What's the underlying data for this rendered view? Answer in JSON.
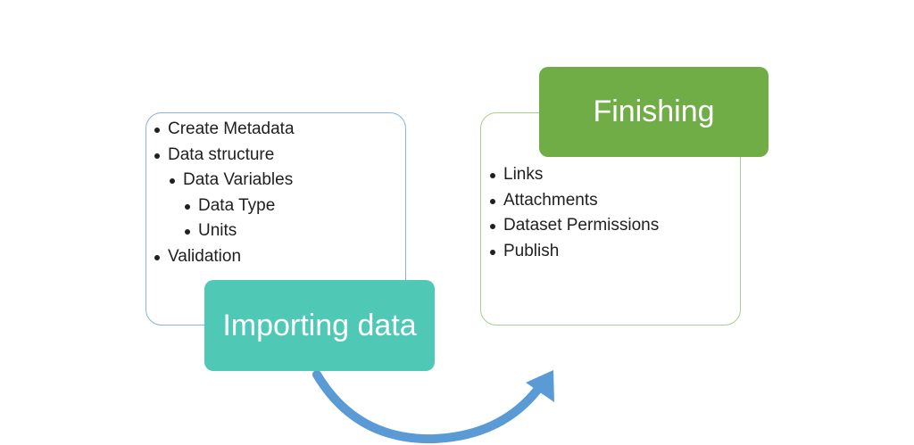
{
  "importing": {
    "title": "Importing data",
    "items": [
      {
        "label": "Create Metadata",
        "level": 0
      },
      {
        "label": "Data structure",
        "level": 0
      },
      {
        "label": "Data Variables",
        "level": 1
      },
      {
        "label": "Data Type",
        "level": 2
      },
      {
        "label": "Units",
        "level": 2
      },
      {
        "label": "Validation",
        "level": 0
      }
    ]
  },
  "finishing": {
    "title": "Finishing",
    "items": [
      {
        "label": "Links"
      },
      {
        "label": "Attachments"
      },
      {
        "label": "Dataset Permissions"
      },
      {
        "label": "Publish"
      }
    ]
  },
  "colors": {
    "importing_fill": "#4fc9b6",
    "importing_border": "#8fb1d6",
    "finishing_fill": "#70ad47",
    "finishing_border": "#a9d08e",
    "arrow": "#5b9bd5"
  }
}
